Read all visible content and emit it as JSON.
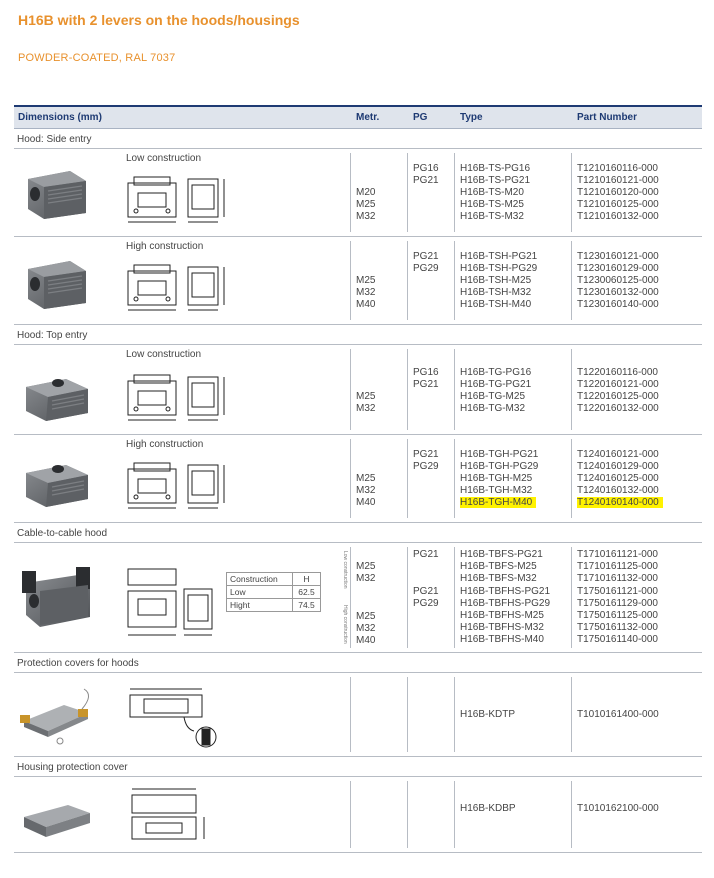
{
  "title": "H16B with 2 levers on the hoods/housings",
  "subtitle": "POWDER-COATED, RAL 7037",
  "headers": {
    "dimensions": "Dimensions (mm)",
    "metr": "Metr.",
    "pg": "PG",
    "type": "Type",
    "part": "Part Number"
  },
  "sections": {
    "side_entry": "Hood: Side entry",
    "top_entry": "Hood: Top entry",
    "cable": "Cable-to-cable hood",
    "prot_hoods": "Protection covers for hoods",
    "housing_cover": "Housing protection cover"
  },
  "rows": [
    {
      "construction": "Low construction",
      "metr": "M20\nM25\nM32",
      "pg": "PG16\nPG21",
      "types": "H16B-TS-PG16\nH16B-TS-PG21\nH16B-TS-M20\nH16B-TS-M25\nH16B-TS-M32",
      "parts": "T1210160116-000\nT1210160121-000\nT1210160120-000\nT1210160125-000\nT1210160132-000"
    },
    {
      "construction": "High construction",
      "metr": "M25\nM32\nM40",
      "pg": "PG21\nPG29",
      "types": "H16B-TSH-PG21\nH16B-TSH-PG29\nH16B-TSH-M25\nH16B-TSH-M32\nH16B-TSH-M40",
      "parts": "T1230160121-000\nT1230160129-000\nT1230060125-000\nT1230160132-000\nT1230160140-000"
    },
    {
      "construction": "Low construction",
      "metr": "M25\nM32",
      "pg": "PG16\nPG21",
      "types": "H16B-TG-PG16\nH16B-TG-PG21\nH16B-TG-M25\nH16B-TG-M32",
      "parts": "T1220160116-000\nT1220160121-000\nT1220160125-000\nT1220160132-000"
    },
    {
      "construction": "High construction",
      "metr": "M25\nM32\nM40",
      "pg": "PG21\nPG29",
      "types": "H16B-TGH-PG21\nH16B-TGH-PG29\nH16B-TGH-M25\nH16B-TGH-M32",
      "types_hl": "H16B-TGH-M40",
      "parts": "T1240160121-000\nT1240160129-000\nT1240160125-000\nT1240160132-000",
      "parts_hl": "T1240160140-000"
    }
  ],
  "cable": {
    "table": {
      "h1": "Construction",
      "h2": "H",
      "r1": "Low",
      "r1v": "62.5",
      "r2": "Hight",
      "r2v": "74.5"
    },
    "vl_low": "Low construction",
    "vl_high": "High construction",
    "metr_a": "M25\nM32",
    "metr_b": "M25\nM32\nM40",
    "pg_a": "PG21",
    "pg_b": "PG21\nPG29",
    "types_a": "H16B-TBFS-PG21\nH16B-TBFS-M25\nH16B-TBFS-M32",
    "types_b": "H16B-TBFHS-PG21\nH16B-TBFHS-PG29\nH16B-TBFHS-M25\nH16B-TBFHS-M32\nH16B-TBFHS-M40",
    "parts_a": "T1710161121-000\nT1710161125-000\nT1710161132-000",
    "parts_b": "T1750161121-000\nT1750161129-000\nT1750161125-000\nT1750161132-000\nT1750161140-000"
  },
  "prot": {
    "type": "H16B-KDTP",
    "part": "T1010161400-000"
  },
  "housing": {
    "type": "H16B-KDBP",
    "part": "T1010162100-000"
  },
  "colors": {
    "accent": "#e8912d",
    "header_text": "#1e3a73",
    "header_bg": "#dfe4ec",
    "highlight": "#fff200"
  }
}
